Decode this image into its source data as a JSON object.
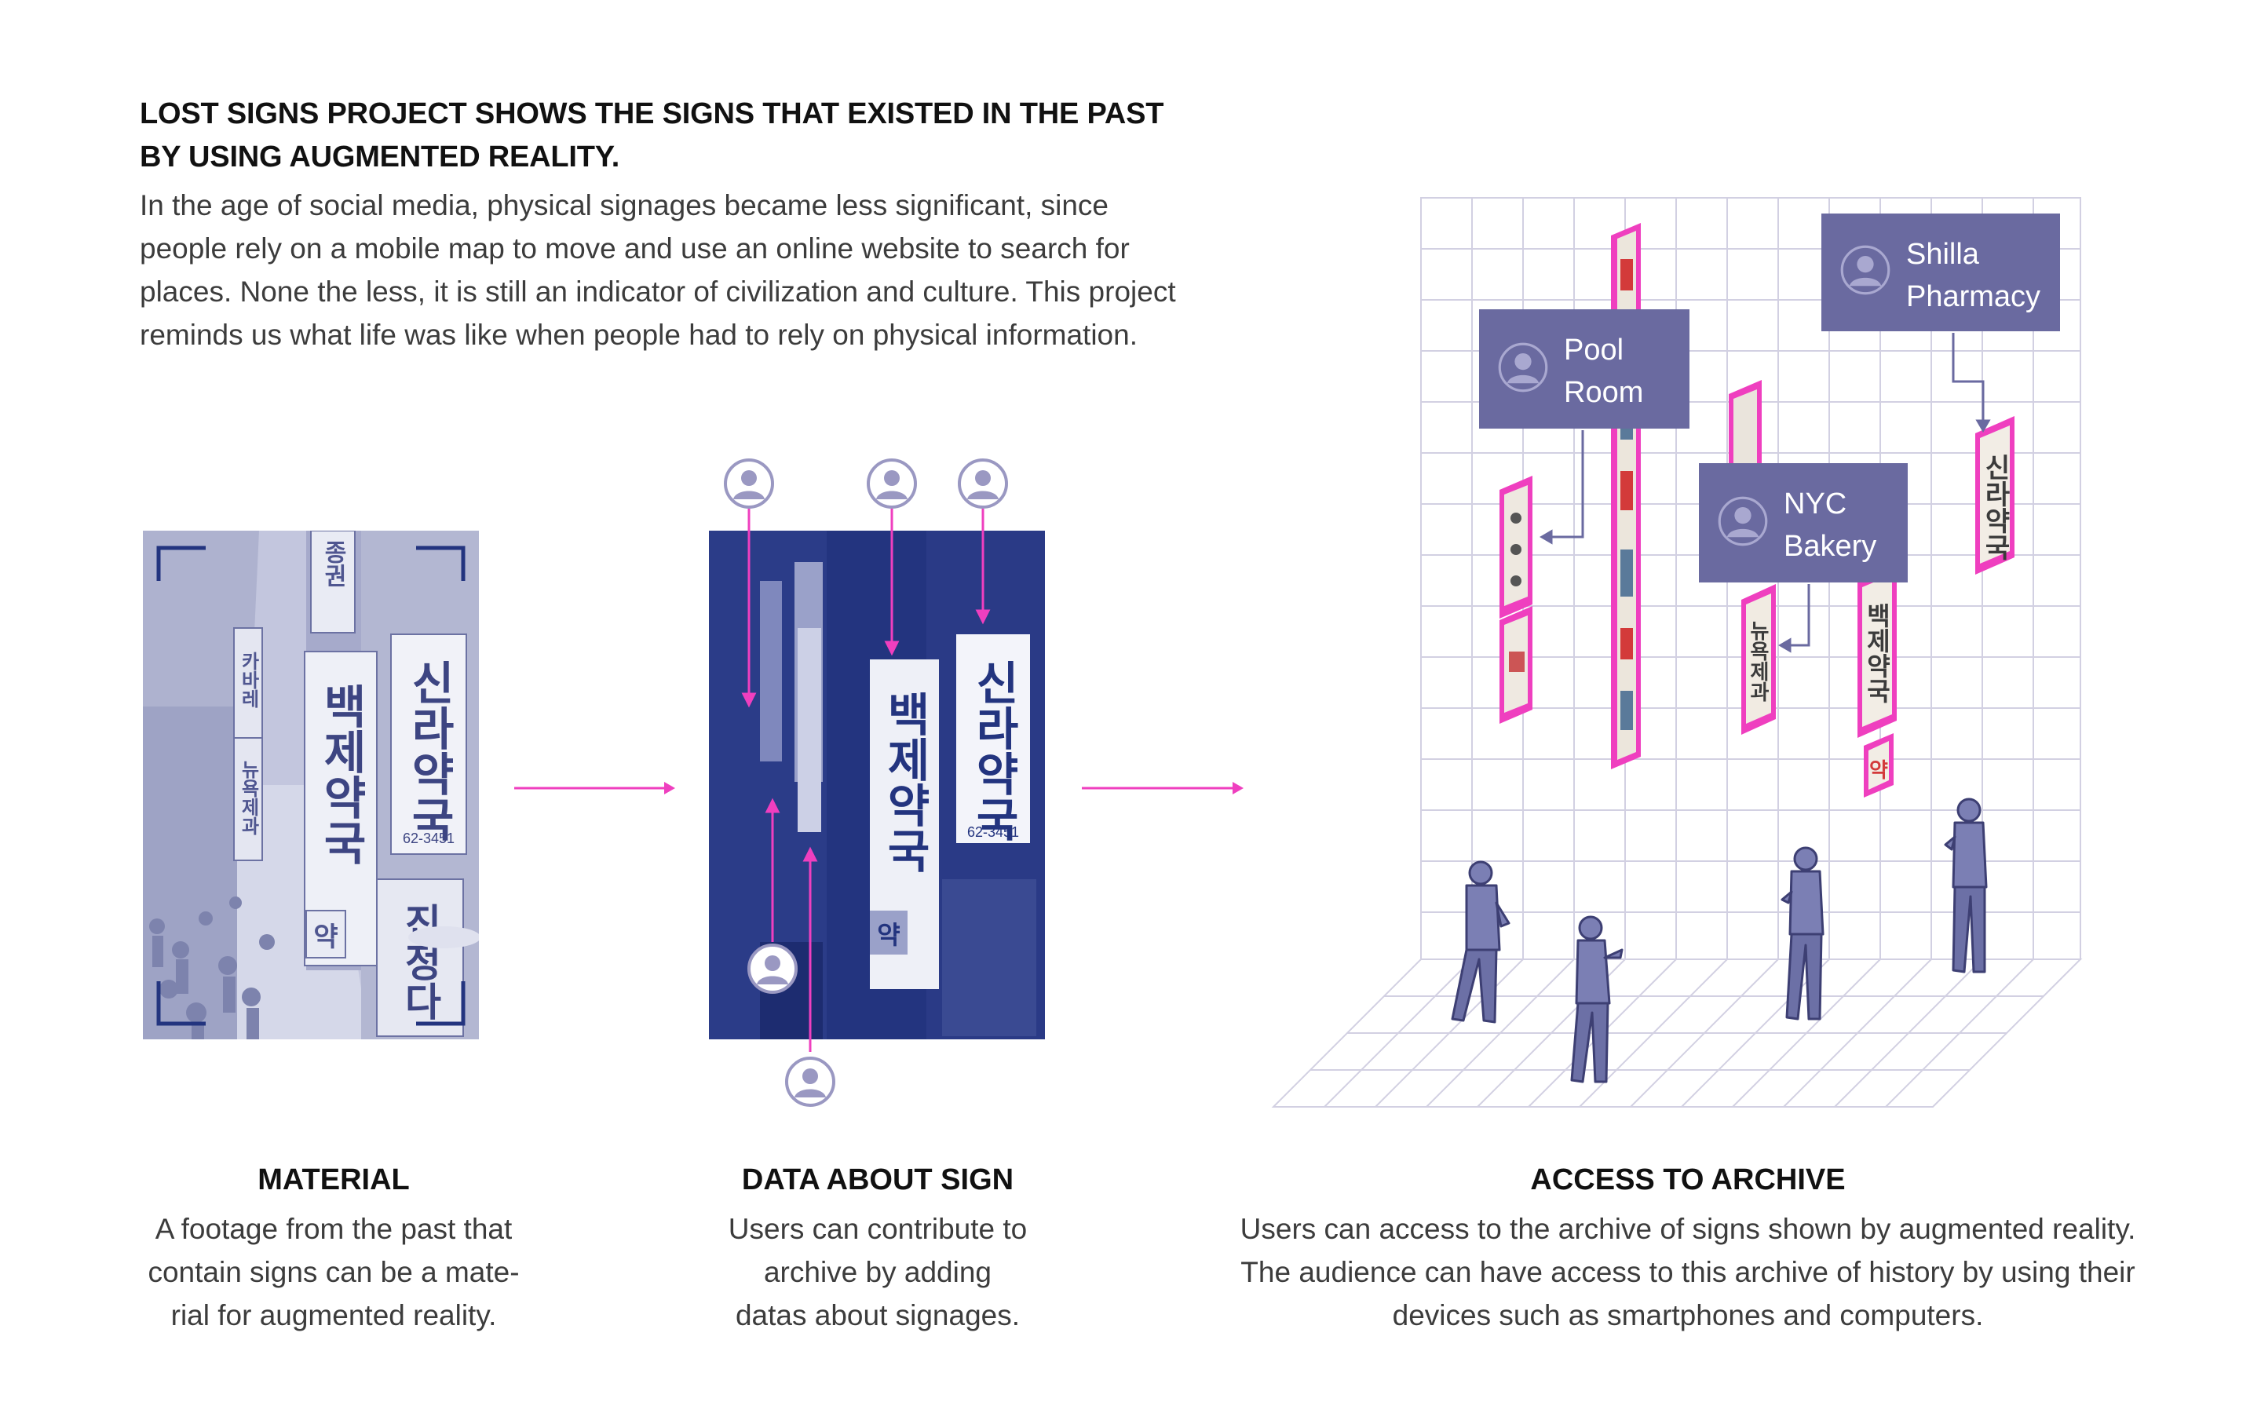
{
  "header": {
    "headline_line1": "LOST SIGNS PROJECT SHOWS THE SIGNS THAT EXISTED IN THE PAST",
    "headline_line2": "BY USING AUGMENTED REALITY.",
    "intro_line1": "In the age of social media, physical signages became less significant, since",
    "intro_line2": "people rely on a mobile map to move and use an online website to search for",
    "intro_line3": "places. None the less, it is still an indicator of civilization and culture. This project",
    "intro_line4": "reminds us what life was like when people had to rely on physical information."
  },
  "photo": {
    "signs": {
      "s1": "종권",
      "s2": "백제약국",
      "s3": "신라약국",
      "s4": "62-3451",
      "s5": "카바레",
      "s6": "뉴욕제과",
      "s7": "약",
      "s8": "진정다"
    }
  },
  "ar_labels": {
    "pool_line1": "Pool",
    "pool_line2": "Room",
    "shilla_line1": "Shilla",
    "shilla_line2": "Pharmacy",
    "nyc_line1": "NYC",
    "nyc_line2": "Bakery"
  },
  "ar_signs": {
    "shilla": "신라약국",
    "baekje": "백제약국",
    "newyork": "뉴욕제과",
    "yak": "약"
  },
  "captions": {
    "material": {
      "title": "MATERIAL",
      "line1": "A footage from the past that",
      "line2": "contain signs can be a mate-",
      "line3": "rial for augmented reality."
    },
    "data": {
      "title": "DATA ABOUT SIGN",
      "line1": "Users can contribute to",
      "line2": "archive by adding",
      "line3": "datas about signages."
    },
    "access": {
      "title": "ACCESS TO ARCHIVE",
      "line1": "Users can access to the archive of signs shown by augmented reality.",
      "line2": "The audience can have access to this archive of history by using their",
      "line3": "devices such as smartphones and computers."
    }
  },
  "icons": {
    "user": "user-avatar-icon",
    "arrow": "arrow-right-icon",
    "frame": "camera-frame-corner-icon"
  },
  "colors": {
    "pink": "#ef3fbf",
    "navy": "#23347f",
    "label_purple": "#6a6aa0",
    "photo_tint": "#b8bcd6",
    "grid": "#d2d0e2",
    "text": "#3c3c3c"
  }
}
